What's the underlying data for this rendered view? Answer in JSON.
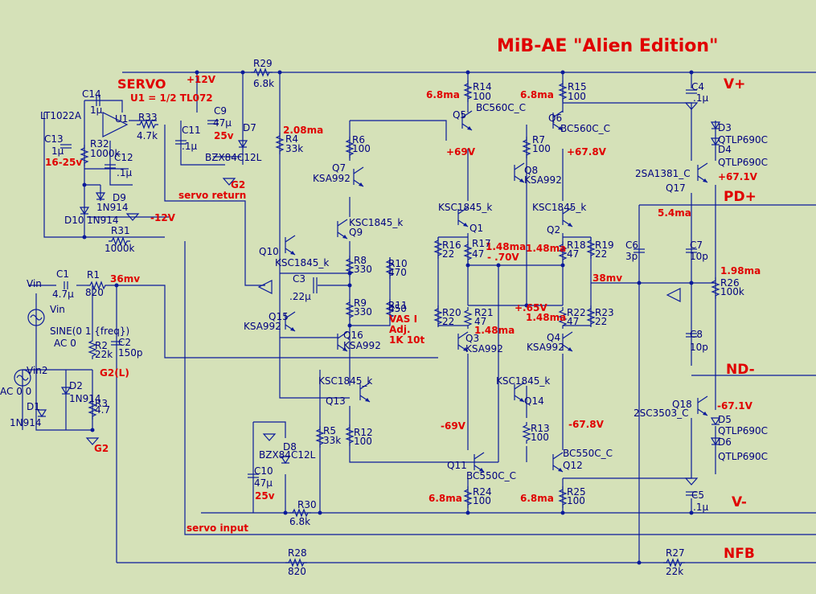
{
  "title": "MiB-AE \"Alien Edition\"",
  "rail_labels": {
    "vplus": "V+",
    "pdplus": "PD+",
    "ndminus": "ND-",
    "vminus": "V-",
    "nfb": "NFB"
  },
  "section_labels": {
    "servo": "SERVO",
    "u1_note": "U1 = 1/2 TL072",
    "servo_return": "servo return",
    "servo_input": "servo input",
    "vas_adj": [
      "VAS I",
      "Adj.",
      "1K 10t"
    ]
  },
  "voltages": {
    "plus12": "+12V",
    "minus12": "-12V",
    "v25a": "25v",
    "v25b": "25v",
    "v16_25": "16-25v",
    "v69p": "+69V",
    "v678p": "+67.8V",
    "v671p": "+67.1V",
    "v69m": "-69V",
    "v678m": "-67.8V",
    "v671m": "-67.1V",
    "v65": "+.65V",
    "v70": "- .70V",
    "mv36": "36mv",
    "mv38": "38mv",
    "g2l": "G2(L)",
    "g2a": "G2",
    "g2b": "G2"
  },
  "currents": {
    "i208": "2.08ma",
    "i68a": "6.8ma",
    "i68b": "6.8ma",
    "i68c": "6.8ma",
    "i68d": "6.8ma",
    "i54": "5.4ma",
    "i198": "1.98ma",
    "i148a": "1.48ma",
    "i148b": "1.48ma",
    "i148c": "1.48ma",
    "i148d": "1.48ma"
  },
  "components": [
    {
      "id": "R29",
      "value": "6.8k"
    },
    {
      "id": "R14",
      "value": "100"
    },
    {
      "id": "R15",
      "value": "100"
    },
    {
      "id": "C4",
      "value": ".1µ"
    },
    {
      "id": "C14",
      "value": "1µ"
    },
    {
      "id": "U1",
      "value": "LT1022A"
    },
    {
      "id": "R33",
      "value": "4.7k"
    },
    {
      "id": "C11",
      "value": ".1µ"
    },
    {
      "id": "C9",
      "value": "47µ"
    },
    {
      "id": "D7",
      "value": "BZX84C12L"
    },
    {
      "id": "R4",
      "value": "33k"
    },
    {
      "id": "Q5",
      "value": "BC560C_C"
    },
    {
      "id": "Q6",
      "value": "BC560C_C"
    },
    {
      "id": "D3",
      "value": "QTLP690C"
    },
    {
      "id": "D4",
      "value": "QTLP690C"
    },
    {
      "id": "C13",
      "value": "1µ"
    },
    {
      "id": "R32",
      "value": "1000k"
    },
    {
      "id": "C12",
      "value": ".1µ"
    },
    {
      "id": "R6",
      "value": "100"
    },
    {
      "id": "R7",
      "value": "100"
    },
    {
      "id": "Q17",
      "value": "2SA1381_C"
    },
    {
      "id": "Q7",
      "value": "KSA992"
    },
    {
      "id": "Q8",
      "value": "KSA992"
    },
    {
      "id": "D9",
      "value": "1N914"
    },
    {
      "id": "D10",
      "value": "1N914"
    },
    {
      "id": "Q9",
      "value": "KSC1845_k"
    },
    {
      "id": "Q1",
      "value": "KSC1845_k"
    },
    {
      "id": "Q2",
      "value": "KSC1845_k"
    },
    {
      "id": "R31",
      "value": "1000k"
    },
    {
      "id": "Q10",
      "value": "KSC1845_k"
    },
    {
      "id": "R16",
      "value": "22"
    },
    {
      "id": "R17",
      "value": "47"
    },
    {
      "id": "R18",
      "value": "47"
    },
    {
      "id": "R19",
      "value": "22"
    },
    {
      "id": "C6",
      "value": "3p"
    },
    {
      "id": "C7",
      "value": "10p"
    },
    {
      "id": "R8",
      "value": "330"
    },
    {
      "id": "R10",
      "value": "470"
    },
    {
      "id": "C1",
      "value": "4.7µ"
    },
    {
      "id": "R1",
      "value": "820"
    },
    {
      "id": "C3",
      "value": ".22µ"
    },
    {
      "id": "R26",
      "value": "100k"
    },
    {
      "id": "R9",
      "value": "330"
    },
    {
      "id": "R11",
      "value": "450"
    },
    {
      "id": "Vin",
      "value": "SINE(0 1 {freq})"
    },
    {
      "id": "Q15",
      "value": "KSA992"
    },
    {
      "id": "R20",
      "value": "22"
    },
    {
      "id": "R21",
      "value": "47"
    },
    {
      "id": "R22",
      "value": "47"
    },
    {
      "id": "R23",
      "value": "22"
    },
    {
      "id": "Q16",
      "value": "KSA992"
    },
    {
      "id": "Q3",
      "value": "KSA992"
    },
    {
      "id": "Q4",
      "value": "KSA992"
    },
    {
      "id": "C8",
      "value": "10p"
    },
    {
      "id": "R2",
      "value": "22k"
    },
    {
      "id": "C2",
      "value": "150p"
    },
    {
      "id": "Vin2",
      "value": "AC 0 0"
    },
    {
      "id": "D2",
      "value": "1N914"
    },
    {
      "id": "R3",
      "value": "4.7"
    },
    {
      "id": "Q13",
      "value": "KSC1845_k"
    },
    {
      "id": "Q14",
      "value": "KSC1845_k"
    },
    {
      "id": "Q18",
      "value": "2SC3503_C"
    },
    {
      "id": "D1",
      "value": "1N914"
    },
    {
      "id": "R5",
      "value": "33k"
    },
    {
      "id": "R12",
      "value": "100"
    },
    {
      "id": "R13",
      "value": "100"
    },
    {
      "id": "D5",
      "value": "QTLP690C"
    },
    {
      "id": "D6",
      "value": "QTLP690C"
    },
    {
      "id": "D8",
      "value": "BZX84C12L"
    },
    {
      "id": "Q11",
      "value": "BC550C_C"
    },
    {
      "id": "Q12",
      "value": "BC550C_C"
    },
    {
      "id": "C10",
      "value": "47µ"
    },
    {
      "id": "R24",
      "value": "100"
    },
    {
      "id": "R25",
      "value": "100"
    },
    {
      "id": "C5",
      "value": ".1µ"
    },
    {
      "id": "R30",
      "value": "6.8k"
    },
    {
      "id": "R28",
      "value": "820"
    },
    {
      "id": "R27",
      "value": "22k"
    }
  ],
  "vin_ac": "AC 0",
  "colors": {
    "background": "#d5e1b8",
    "wire": "#0a1a9a",
    "annotation": "#e00000"
  }
}
